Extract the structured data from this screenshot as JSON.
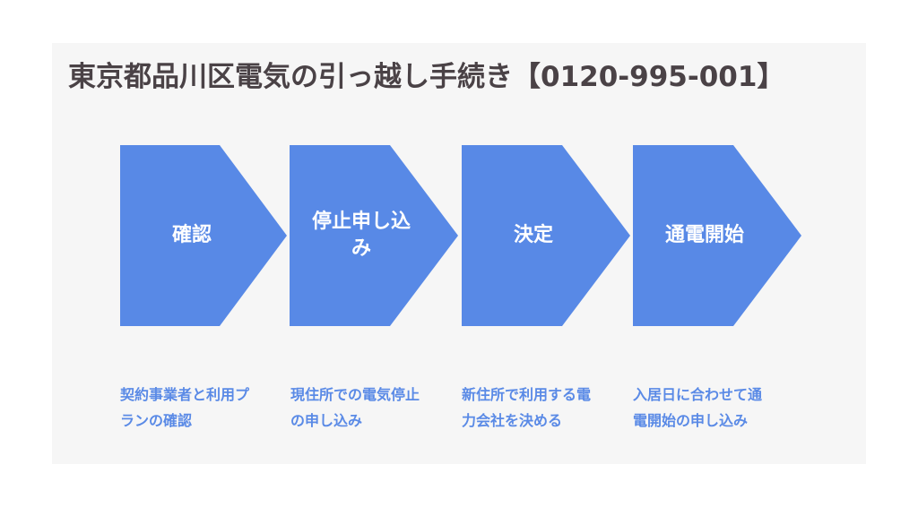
{
  "title": "東京都品川区電気の引っ越し手続き【0120-995-001】",
  "color": "#5889e6",
  "steps": [
    {
      "label": "確認",
      "desc": "契約事業者と利用プランの確認"
    },
    {
      "label": "停止申し込み",
      "desc": "現住所での電気停止の申し込み"
    },
    {
      "label": "決定",
      "desc": "新住所で利用する電力会社を決める"
    },
    {
      "label": "通電開始",
      "desc": "入居日に合わせて通電開始の申し込み"
    }
  ]
}
